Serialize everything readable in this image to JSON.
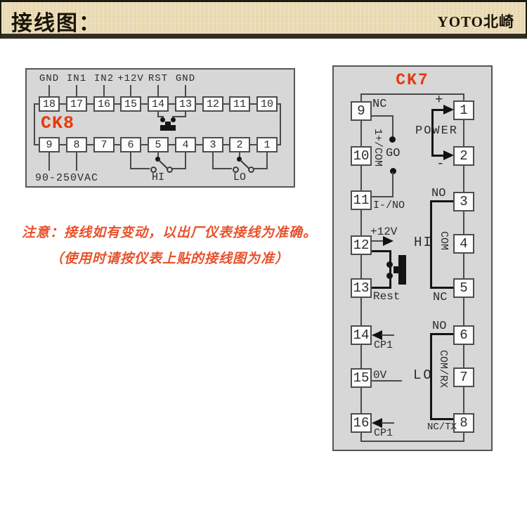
{
  "header": {
    "title": "接线图：",
    "brand": "YOTO北崎"
  },
  "note": {
    "line1": "注意：接线如有变动，以出厂仪表接线为准确。",
    "line2": "（使用时请按仪表上贴的接线图为准）"
  },
  "colors": {
    "accent_red": "#e8380d",
    "note_red": "#e8512b",
    "panel_gray": "#d7d7d7"
  },
  "ck8": {
    "title": "CK8",
    "top_labels": [
      "GND",
      "IN1",
      "IN2",
      "+12V",
      "RST",
      "GND"
    ],
    "top_terminals": [
      "18",
      "17",
      "16",
      "15",
      "14",
      "13",
      "12",
      "11",
      "10"
    ],
    "bottom_terminals": [
      "9",
      "8",
      "7",
      "6",
      "5",
      "4",
      "3",
      "2",
      "1"
    ],
    "power_label": "90-250VAC",
    "hi_label": "HI",
    "lo_label": "LO"
  },
  "ck7": {
    "title": "CK7",
    "left_terminals": [
      "9",
      "10",
      "11",
      "12",
      "13",
      "14",
      "15",
      "16"
    ],
    "right_terminals": [
      "1",
      "2",
      "3",
      "4",
      "5",
      "6",
      "7",
      "8"
    ],
    "labels": {
      "nc_top": "NC",
      "sensor_vertical": "1+/COM",
      "go": "GO",
      "i_minus": "I-/NO",
      "plus12v": "+12V",
      "rest": "Rest",
      "cp1_a": "CP1",
      "zero_v": "0V",
      "cp1_b": "CP1",
      "plus": "+",
      "minus": "-",
      "power": "POWER",
      "no_hi": "NO",
      "hi": "HI",
      "com_hi": "COM",
      "nc_hi": "NC",
      "no_lo": "NO",
      "lo": "LO",
      "com_rx": "COM/RX",
      "nc_tx": "NC/TX"
    }
  }
}
